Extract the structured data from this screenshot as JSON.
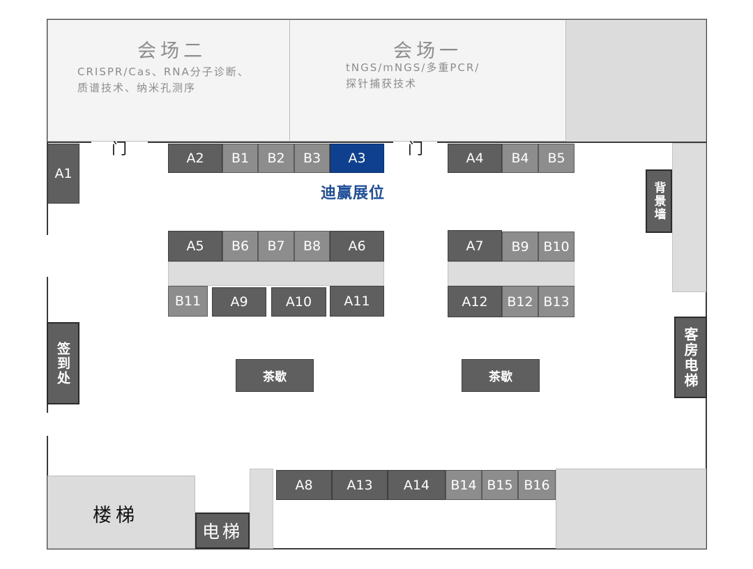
{
  "halls": [
    {
      "title": "会场二",
      "subtitle_lines": [
        "CRISPR/Cas、RNA分子诊断、",
        "质谱技术、纳米孔测序"
      ]
    },
    {
      "title": "会场一",
      "subtitle_lines": [
        "tNGS/mNGS/多重PCR/",
        "探针捕获技术"
      ]
    }
  ],
  "doors": [
    "门",
    "门"
  ],
  "booths": {
    "A1": "A1",
    "A2": "A2",
    "A3": "A3",
    "A4": "A4",
    "A5": "A5",
    "A6": "A6",
    "A7": "A7",
    "A8": "A8",
    "A9": "A9",
    "A10": "A10",
    "A11": "A11",
    "A12": "A12",
    "A13": "A13",
    "A14": "A14",
    "B1": "B1",
    "B2": "B2",
    "B3": "B3",
    "B4": "B4",
    "B5": "B5",
    "B6": "B6",
    "B7": "B7",
    "B8": "B8",
    "B9": "B9",
    "B10": "B10",
    "B11": "B11",
    "B12": "B12",
    "B13": "B13",
    "B14": "B14",
    "B15": "B15",
    "B16": "B16"
  },
  "highlight": {
    "booth": "A3",
    "label": "迪赢展位",
    "color": "#0f3f8f"
  },
  "facilities": {
    "backdrop": "背景墙",
    "checkin": "签到处",
    "guest_elevator": "客房电梯",
    "tea_break": [
      "茶歇",
      "茶歇"
    ],
    "stairs": "楼梯",
    "elevator": "电梯"
  },
  "colors": {
    "a_booth": "#5f5f5f",
    "b_booth": "#8d8d8d",
    "hall_fill": "#f4f4f4"
  }
}
